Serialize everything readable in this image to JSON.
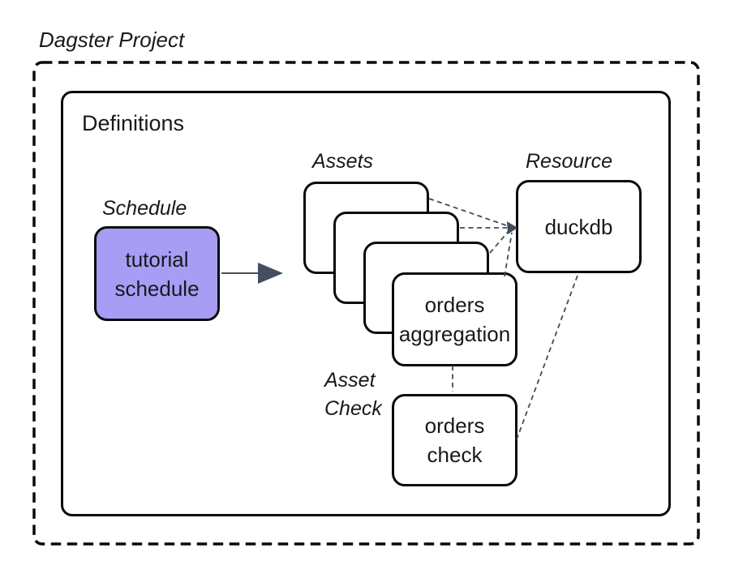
{
  "title": "Dagster Project",
  "definitions": {
    "label": "Definitions"
  },
  "schedule": {
    "label": "Schedule",
    "node_label": "tutorial\nschedule"
  },
  "assets": {
    "label": "Assets",
    "stack_count": 4,
    "front_node_label": "orders\naggregation"
  },
  "resource": {
    "label": "Resource",
    "node_label": "duckdb"
  },
  "asset_check": {
    "label": "Asset\nCheck",
    "node_label": "orders\ncheck"
  },
  "colors": {
    "background": "#ffffff",
    "border": "#0a0a0a",
    "text": "#17191c",
    "schedule_fill": "#a89df5",
    "connector": "#414b5a",
    "arrow": "#454e5e"
  }
}
